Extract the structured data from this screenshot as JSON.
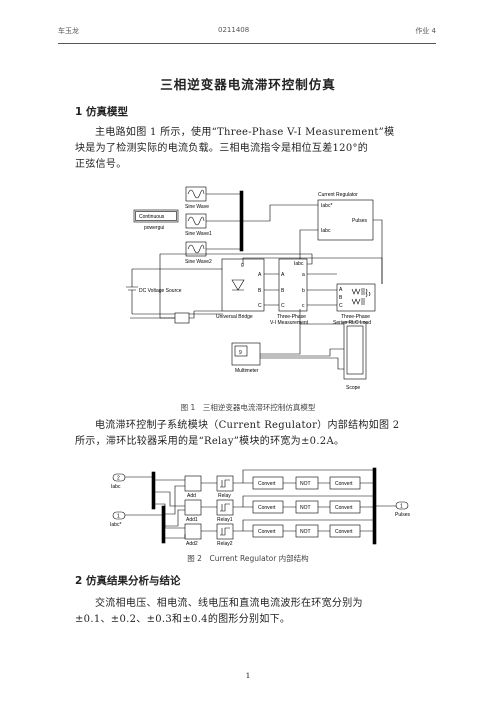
{
  "header": {
    "left": "车玉龙",
    "center": "0211408",
    "right": "作业 4"
  },
  "title": "三相逆变器电流滞环控制仿真",
  "section1": {
    "heading": "1 仿真模型",
    "para1_line1": "主电路如图 1 所示，使用“Three-Phase V-I Measurement”模",
    "para1_line2": "块是为了检测实际的电流负载。三相电流指令是相位互差120°的",
    "para1_line3": "正弦信号。",
    "fig1_caption": "图 1　三相逆变器电流滞环控制仿真模型",
    "para2_line1": "电流滞环控制子系统模块（Current Regulator）内部结构如图 2",
    "para2_line2": "所示，滞环比较器采用的是“Relay”模块的环宽为±0.2A。",
    "fig2_caption": "图 2　Current Regulator 内部结构"
  },
  "section2": {
    "heading": "2 仿真结果分析与结论",
    "para_line1": "交流相电压、相电流、线电压和直流电流波形在环宽分别为",
    "para_line2": "±0.1、±0.2、±0.3和±0.4的图形分别如下。"
  },
  "fig1": {
    "powergui_label": "Continuous",
    "powergui_name": "powergui",
    "sine1": "Sine Wave",
    "sine2": "Sine Wave1",
    "sine3": "Sine Wave2",
    "current_regulator": "Current Regulator",
    "cr_in1": "Iabc*",
    "cr_in2": "Iabc",
    "cr_out": "Pulses",
    "dc_source": "DC Voltage Source",
    "bridge": "Universal Bridge",
    "bridge_g": "g",
    "bridge_A": "A",
    "bridge_B": "B",
    "bridge_C": "C",
    "vi_meas_l1": "Three-Phase",
    "vi_meas_l2": "V-I Measurement",
    "vi_iabc": "Iabc",
    "vi_a": "A",
    "vi_b": "B",
    "vi_c": "C",
    "vi_ao": "a",
    "vi_bo": "b",
    "vi_co": "c",
    "load_l1": "Three-Phase",
    "load_l2": "Series RLC Load",
    "multimeter_value": "9",
    "multimeter": "Multimeter",
    "scope": "Scope"
  },
  "fig2": {
    "in2": "2",
    "in2_name": "Iabc",
    "in1": "1",
    "in1_name": "Iabc*",
    "add": "Add",
    "add1": "Add1",
    "add2": "Add2",
    "relay": "Relay",
    "relay1": "Relay1",
    "relay2": "Relay2",
    "convert": "Convert",
    "not": "NOT",
    "out1": "1",
    "out1_name": "Pulses"
  },
  "page_number": "1"
}
